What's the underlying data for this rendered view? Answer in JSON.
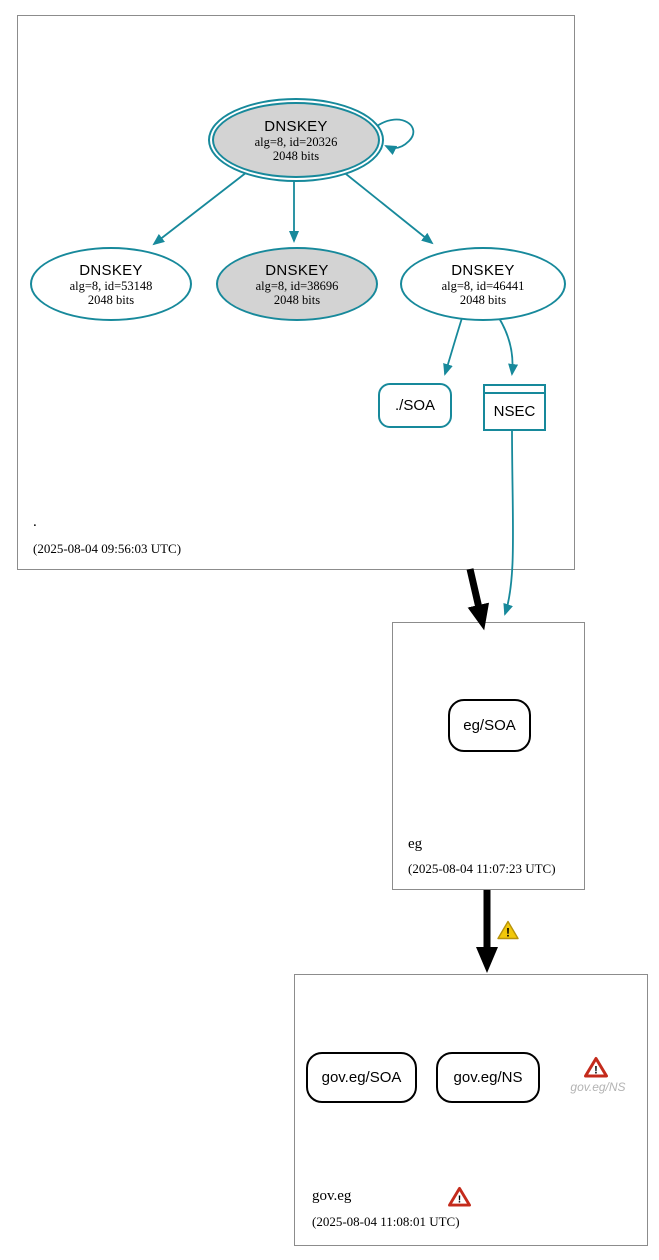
{
  "icons": {
    "exclamation": "!"
  },
  "colors": {
    "edge_teal": "#17899b",
    "key_fill_gray": "#d3d3d3",
    "zone_border_gray": "#8c8c8c",
    "warning_yellow": "#f2c80a",
    "error_red": "#c42b1c",
    "bogus_caption_gray": "#b3b3b3"
  },
  "root_zone": {
    "name": ".",
    "timestamp": "(2025-08-04 09:56:03 UTC)",
    "ksk": {
      "title": "DNSKEY",
      "params": "alg=8, id=20326",
      "bits": "2048 bits"
    },
    "zsk_left": {
      "title": "DNSKEY",
      "params": "alg=8, id=53148",
      "bits": "2048 bits"
    },
    "zsk_middle": {
      "title": "DNSKEY",
      "params": "alg=8, id=38696",
      "bits": "2048 bits"
    },
    "zsk_right": {
      "title": "DNSKEY",
      "params": "alg=8, id=46441",
      "bits": "2048 bits"
    },
    "soa_label": "./SOA",
    "nsec_label": "NSEC"
  },
  "eg_zone": {
    "name": "eg",
    "timestamp": "(2025-08-04 11:07:23 UTC)",
    "soa_label": "eg/SOA"
  },
  "gov_eg_zone": {
    "name": "gov.eg",
    "timestamp": "(2025-08-04 11:08:01 UTC)",
    "soa_label": "gov.eg/SOA",
    "ns_label": "gov.eg/NS",
    "bogus_caption": "gov.eg/NS"
  }
}
